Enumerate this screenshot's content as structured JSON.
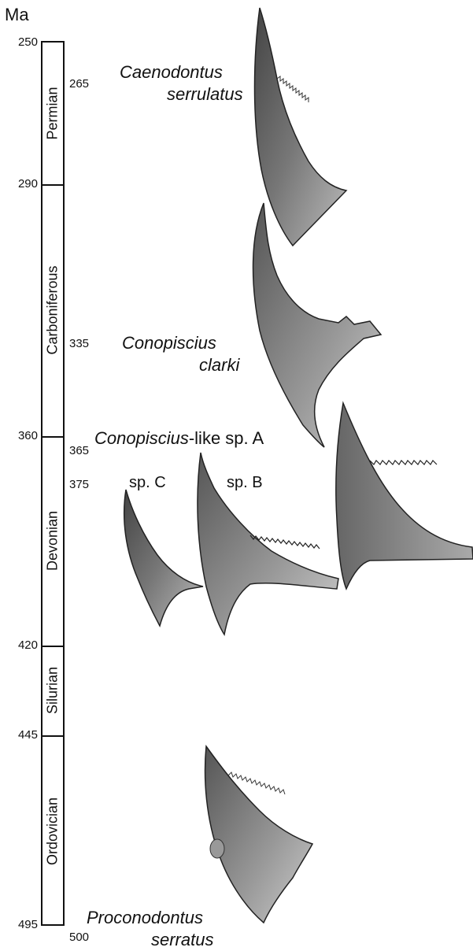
{
  "unit_label": "Ma",
  "periods": [
    {
      "name": "Permian"
    },
    {
      "name": "Carboniferous"
    },
    {
      "name": "Devonian"
    },
    {
      "name": "Silurian"
    },
    {
      "name": "Ordovician"
    }
  ],
  "boundaries": [
    "250",
    "290",
    "360",
    "420",
    "445",
    "495"
  ],
  "species_ages": [
    "265",
    "335",
    "365",
    "375",
    "500"
  ],
  "species": {
    "caenodontus_l1": "Caenodontus",
    "caenodontus_l2": "serrulatus",
    "conopiscius_l1": "Conopiscius",
    "conopiscius_l2": "clarki",
    "like_italic": "Conopiscius",
    "like_plain": "-like sp. A",
    "sp_c": "sp. C",
    "sp_b": "sp. B",
    "proconodontus_l1": "Proconodontus",
    "proconodontus_l2": "serratus"
  }
}
